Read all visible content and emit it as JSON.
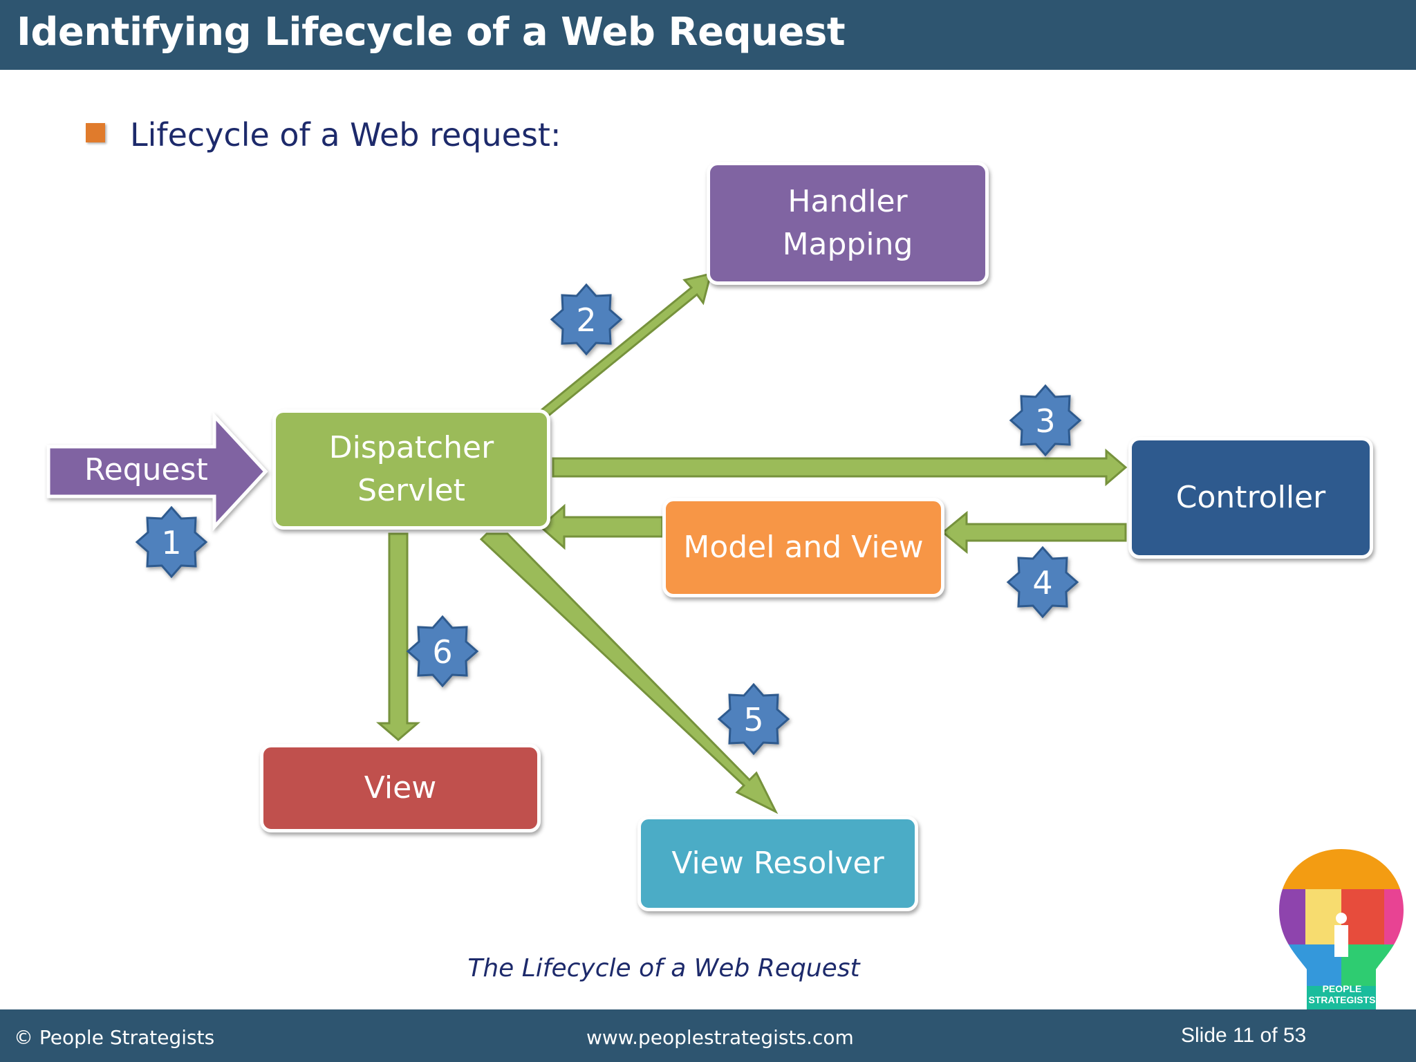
{
  "slide": {
    "title": "Identifying Lifecycle of a Web Request",
    "bullet": "Lifecycle of a Web request:",
    "caption": "The Lifecycle of a  Web Request"
  },
  "diagram": {
    "request_label": "Request",
    "nodes": {
      "handler_mapping": "Handler\nMapping",
      "dispatcher_servlet": "Dispatcher\nServlet",
      "controller": "Controller",
      "model_and_view": "Model and View",
      "view": "View",
      "view_resolver": "View Resolver"
    },
    "steps": [
      "1",
      "2",
      "3",
      "4",
      "5",
      "6"
    ],
    "colors": {
      "request": "#8064a2",
      "handler_mapping": "#8064a2",
      "dispatcher_servlet": "#9bbb59",
      "controller": "#2e5a8e",
      "model_and_view": "#f79646",
      "view": "#c0504d",
      "view_resolver": "#4bacc6",
      "arrows": "#9bbb59",
      "badges": "#4f81bd"
    }
  },
  "footer": {
    "copyright": "© People Strategists",
    "website": "www.peoplestrategists.com",
    "slide_counter": "Slide 11 of 53"
  },
  "logo": {
    "text_line1": "PEOPLE",
    "text_line2": "STRATEGISTS"
  }
}
